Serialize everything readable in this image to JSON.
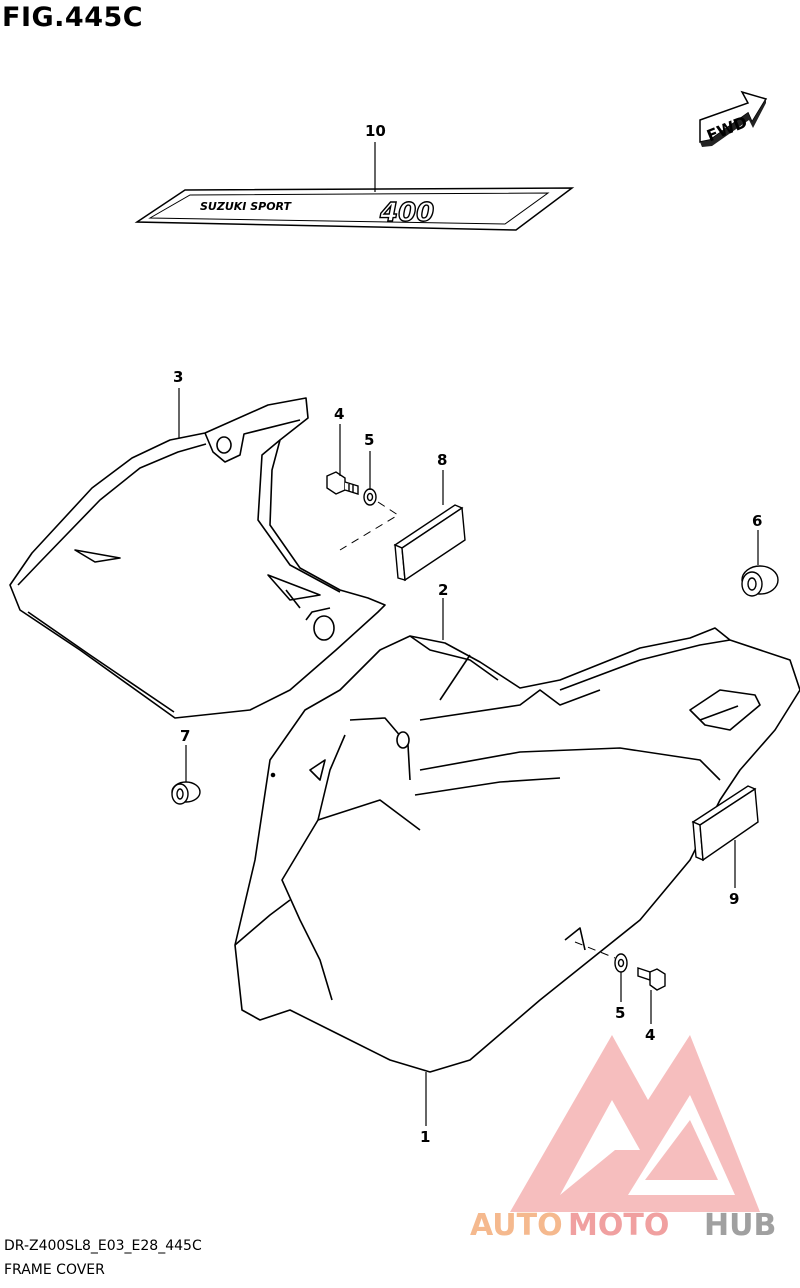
{
  "figure": {
    "title": "FIG.445C",
    "code": "DR-Z400SL8_E03_E28_445C",
    "name": "FRAME COVER"
  },
  "direction_arrow": {
    "label": "FWD"
  },
  "decal": {
    "small_text": "SUZUKI SPORT",
    "big_text": "400"
  },
  "callouts": {
    "c1": "1",
    "c2": "2",
    "c3": "3",
    "c4a": "4",
    "c5a": "5",
    "c8": "8",
    "c6": "6",
    "c7": "7",
    "c9": "9",
    "c5b": "5",
    "c4b": "4",
    "c10": "10"
  },
  "watermark": {
    "part1": "AUTO",
    "part2": "MOTO",
    "part3": "HUB",
    "colors": {
      "auto": "#f5b98e",
      "moto": "#f0a0a0",
      "hub": "#a0a0a0",
      "logo": "#f08a8a"
    }
  }
}
